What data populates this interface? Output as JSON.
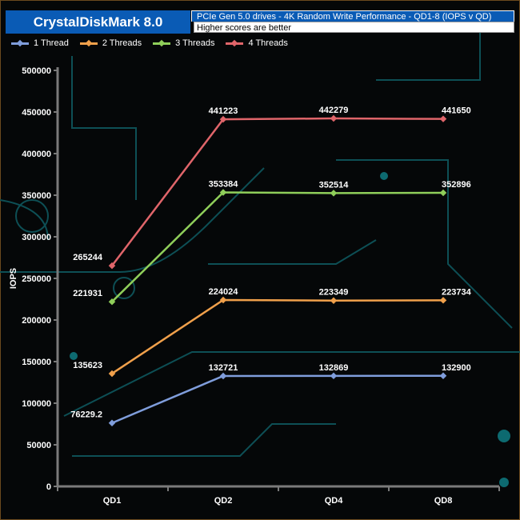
{
  "header": {
    "title": "CrystalDiskMark 8.0",
    "subtitle": "PCIe Gen 5.0 drives - 4K Random Write Performance - QD1-8 (IOPS v QD)",
    "note": "Higher scores are better"
  },
  "chart_data": {
    "type": "line",
    "title": "CrystalDiskMark 8.0",
    "xlabel": "",
    "ylabel": "IOPS",
    "categories": [
      "QD1",
      "QD2",
      "QD4",
      "QD8"
    ],
    "ylim": [
      0,
      500000
    ],
    "yticks": [
      "0",
      "50000",
      "100000",
      "150000",
      "200000",
      "250000",
      "300000",
      "350000",
      "400000",
      "450000",
      "500000"
    ],
    "legend_position": "top-left",
    "series": [
      {
        "name": "1 Thread",
        "color": "#7f9ddb",
        "values": [
          76229.2,
          132721,
          132869,
          132900
        ],
        "labels": [
          "76229.2",
          "132721",
          "132869",
          "132900"
        ]
      },
      {
        "name": "2 Threads",
        "color": "#f0a04b",
        "values": [
          135623,
          224024,
          223349,
          223734
        ],
        "labels": [
          "135623",
          "224024",
          "223349",
          "223734"
        ]
      },
      {
        "name": "3 Threads",
        "color": "#8fce5a",
        "values": [
          221931,
          353384,
          352514,
          352896
        ],
        "labels": [
          "221931",
          "353384",
          "352514",
          "352896"
        ]
      },
      {
        "name": "4 Threads",
        "color": "#e0656a",
        "values": [
          265244,
          441223,
          442279,
          441650
        ],
        "labels": [
          "265244",
          "441223",
          "442279",
          "441650"
        ]
      }
    ]
  }
}
